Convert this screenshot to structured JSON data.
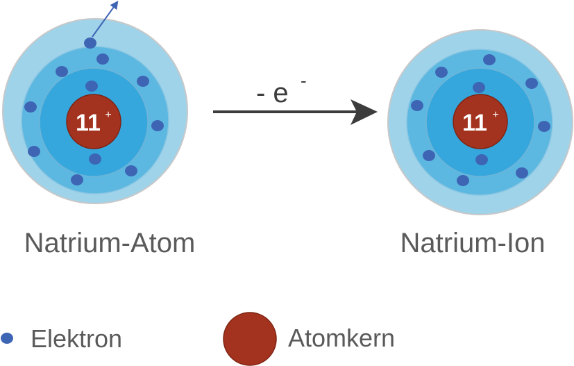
{
  "nucleus_charge": {
    "number": "11",
    "sign": "+"
  },
  "reaction": {
    "loss_text": "- e",
    "loss_superscript": "-"
  },
  "atoms": [
    {
      "label": "Natrium-Atom"
    },
    {
      "label": "Natrium-Ion"
    }
  ],
  "legend": {
    "electron_label": "Elektron",
    "nucleus_label": "Atomkern"
  },
  "colors": {
    "shell_outer": "#9fd3ea",
    "shell_middle": "#5cb8e0",
    "shell_inner": "#35a7dc",
    "shell_stroke": "#c8c8c8",
    "nucleus": "#a3321e",
    "electron": "#3e64b4",
    "arrow": "#3c3c3c",
    "escape_arrow": "#3e64b4",
    "label_text": "#5a5a5a",
    "nucleus_text": "#ffffff"
  }
}
